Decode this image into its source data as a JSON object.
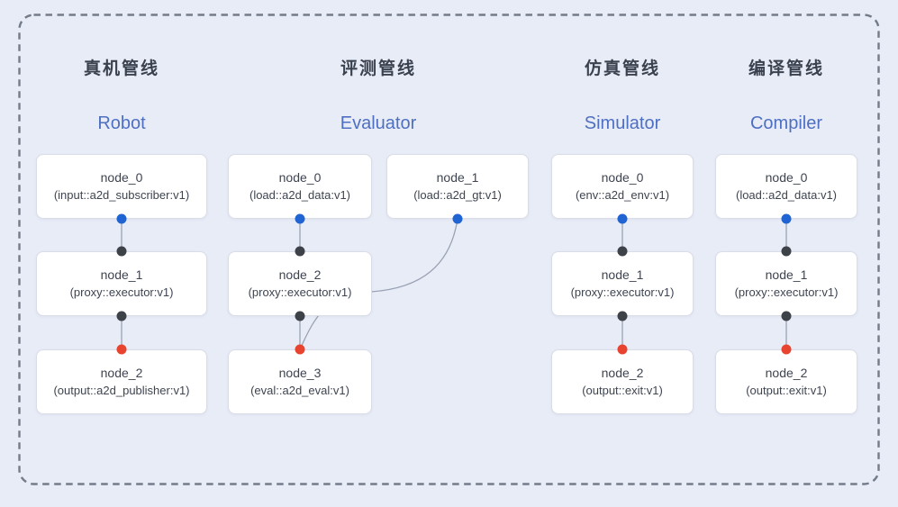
{
  "diagram": {
    "description_colors": {
      "background": "#e8ecf7",
      "dashed_border": "#747b89",
      "node_fill": "#ffffff",
      "node_border": "#d9dde7",
      "connector": "#99a2b4",
      "port_blue": "#2064d4",
      "port_black": "#3d4148",
      "port_red": "#e8432f",
      "title_zh_color": "#3b424f",
      "title_en_color": "#4e6fc2"
    },
    "pipelines": [
      {
        "title_zh": "真机管线",
        "title_en": "Robot",
        "nodes": [
          {
            "name": "node_0",
            "type": "(input::a2d_subscriber:v1)"
          },
          {
            "name": "node_1",
            "type": "(proxy::executor:v1)"
          },
          {
            "name": "node_2",
            "type": "(output::a2d_publisher:v1)"
          }
        ],
        "connections": [
          {
            "from": "node_0",
            "to": "node_1"
          },
          {
            "from": "node_1",
            "to": "node_2"
          }
        ]
      },
      {
        "title_zh": "评测管线",
        "title_en": "Evaluator",
        "nodes": [
          {
            "name": "node_0",
            "type": "(load::a2d_data:v1)"
          },
          {
            "name": "node_1",
            "type": "(load::a2d_gt:v1)"
          },
          {
            "name": "node_2",
            "type": "(proxy::executor:v1)"
          },
          {
            "name": "node_3",
            "type": "(eval::a2d_eval:v1)"
          }
        ],
        "connections": [
          {
            "from": "node_0",
            "to": "node_2"
          },
          {
            "from": "node_1",
            "to": "node_3"
          },
          {
            "from": "node_2",
            "to": "node_3"
          }
        ]
      },
      {
        "title_zh": "仿真管线",
        "title_en": "Simulator",
        "nodes": [
          {
            "name": "node_0",
            "type": "(env::a2d_env:v1)"
          },
          {
            "name": "node_1",
            "type": "(proxy::executor:v1)"
          },
          {
            "name": "node_2",
            "type": "(output::exit:v1)"
          }
        ],
        "connections": [
          {
            "from": "node_0",
            "to": "node_1"
          },
          {
            "from": "node_1",
            "to": "node_2"
          }
        ]
      },
      {
        "title_zh": "编译管线",
        "title_en": "Compiler",
        "nodes": [
          {
            "name": "node_0",
            "type": "(load::a2d_data:v1)"
          },
          {
            "name": "node_1",
            "type": "(proxy::executor:v1)"
          },
          {
            "name": "node_2",
            "type": "(output::exit:v1)"
          }
        ],
        "connections": [
          {
            "from": "node_0",
            "to": "node_1"
          },
          {
            "from": "node_1",
            "to": "node_2"
          }
        ]
      }
    ]
  }
}
